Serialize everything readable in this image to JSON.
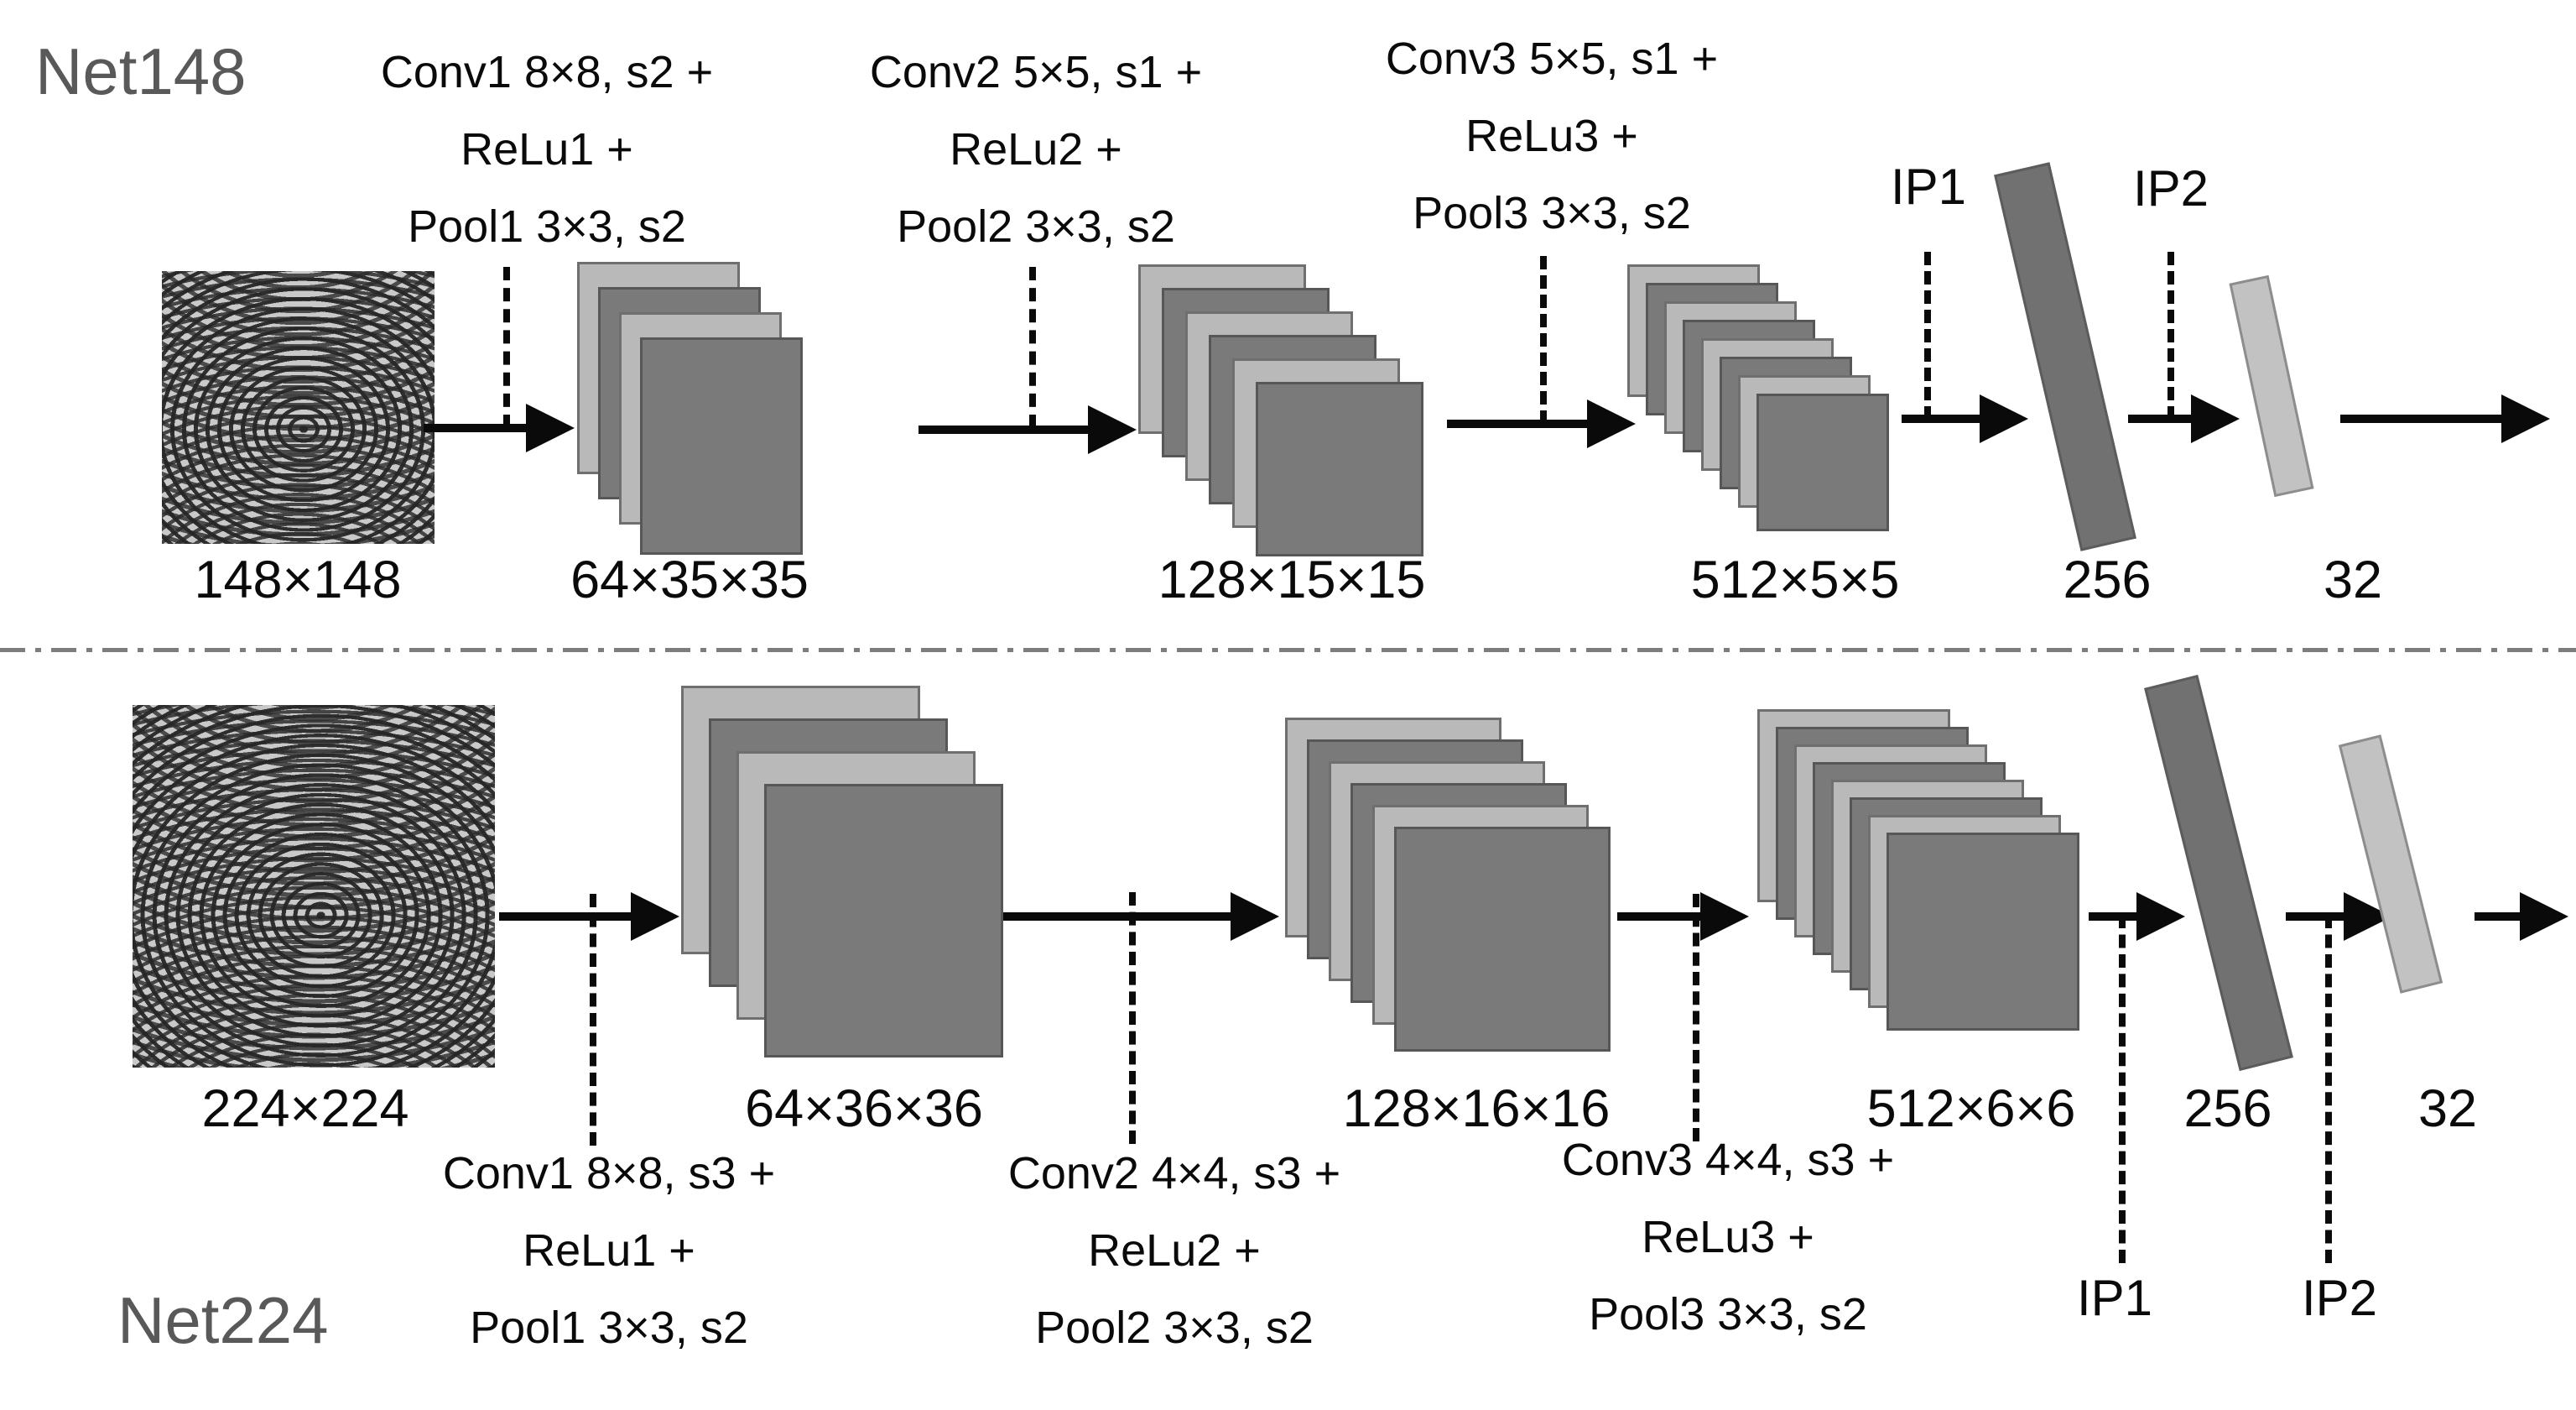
{
  "colors": {
    "net_label": "#595959",
    "plate_light": "#b9b9b9",
    "plate_dark": "#7a7a7a",
    "fc_dark": "#717171",
    "fc_light": "#c2c2c2",
    "text": "#0a0a0a"
  },
  "networks": [
    {
      "name": "Net148",
      "input_label": "148×148",
      "conv_stages": [
        {
          "lines": [
            "Conv1 8×8, s2 +",
            "ReLu1 +",
            "Pool1 3×3, s2"
          ],
          "output_label": "64×35×35",
          "plate_count": 4
        },
        {
          "lines": [
            "Conv2 5×5, s1 +",
            "ReLu2 +",
            "Pool2 3×3, s2"
          ],
          "output_label": "128×15×15",
          "plate_count": 6
        },
        {
          "lines": [
            "Conv3 5×5, s1 +",
            "ReLu3 +",
            "Pool3 3×3, s2"
          ],
          "output_label": "512×5×5",
          "plate_count": 8
        }
      ],
      "fc_stages": [
        {
          "label": "IP1",
          "output_label": "256"
        },
        {
          "label": "IP2",
          "output_label": "32"
        }
      ]
    },
    {
      "name": "Net224",
      "input_label": "224×224",
      "conv_stages": [
        {
          "lines": [
            "Conv1 8×8, s3 +",
            "ReLu1 +",
            "Pool1 3×3, s2"
          ],
          "output_label": "64×36×36",
          "plate_count": 4
        },
        {
          "lines": [
            "Conv2 4×4, s3 +",
            "ReLu2 +",
            "Pool2 3×3, s2"
          ],
          "output_label": "128×16×16",
          "plate_count": 6
        },
        {
          "lines": [
            "Conv3 4×4, s3 +",
            "ReLu3 +",
            "Pool3 3×3, s2"
          ],
          "output_label": "512×6×6",
          "plate_count": 8
        }
      ],
      "fc_stages": [
        {
          "label": "IP1",
          "output_label": "256"
        },
        {
          "label": "IP2",
          "output_label": "32"
        }
      ]
    }
  ]
}
